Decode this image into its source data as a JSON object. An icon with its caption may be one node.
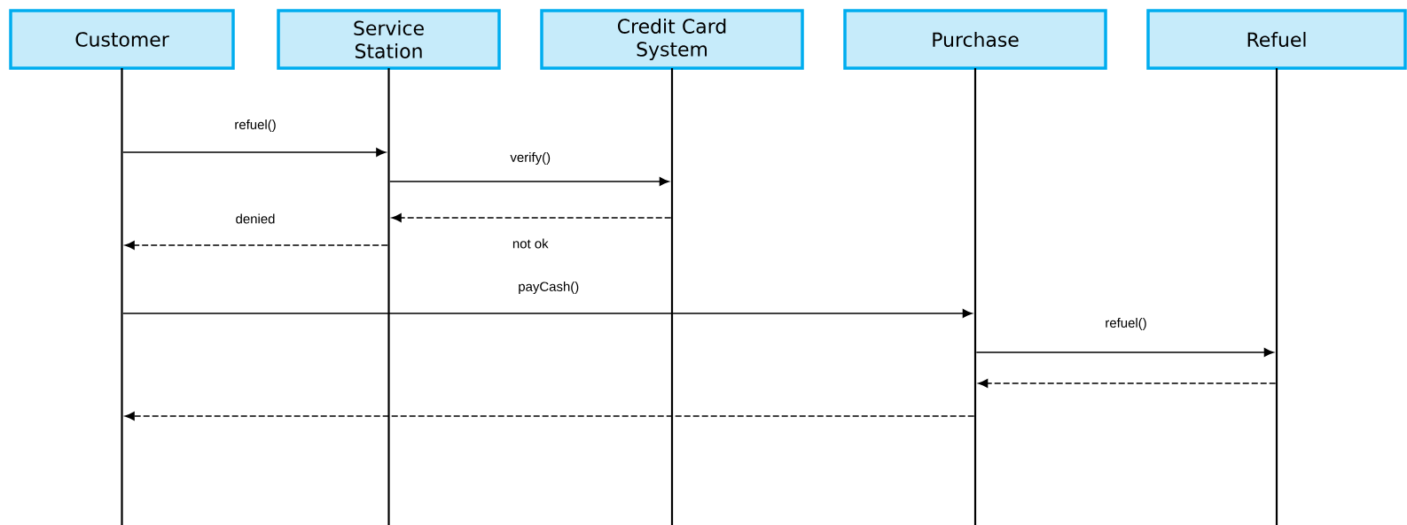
{
  "diagram": {
    "nodes": [
      {
        "text": [
          "Customer"
        ]
      },
      {
        "text": [
          "Service Station"
        ]
      },
      {
        "text": [
          "Credit Card System"
        ]
      },
      {
        "text": [
          "Purchase"
        ]
      },
      {
        "text": [
          "Refuel"
        ]
      },
      {
        "text": [],
        "shape": "bar"
      },
      {
        "text": [],
        "shape": "bar"
      },
      {
        "text": [],
        "shape": "bar"
      },
      {
        "text": [],
        "shape": "bar"
      },
      {
        "text": [],
        "shape": "bar"
      }
    ],
    "edges": [
      {
        "from": 5,
        "to": 6,
        "arrow": "to",
        "label": "refuel()"
      },
      {
        "from": 6,
        "to": 7,
        "arrow": "to",
        "label": "verify()"
      },
      {
        "from": 7,
        "to": 6,
        "arrow": "to",
        "style": "dashed",
        "label": "not ok"
      },
      {
        "from": 6,
        "to": 5,
        "arrow": "to",
        "style": "dashed",
        "label": "denied"
      },
      {
        "from": 5,
        "to": 8,
        "arrow": "to",
        "label": "payCash()"
      },
      {
        "from": 8,
        "to": 9,
        "arrow": "to",
        "label": "refuel()"
      },
      {
        "from": 9,
        "to": 8,
        "arrow": "to",
        "style": "dashed"
      },
      {
        "from": 8,
        "to": 5,
        "arrow": "to",
        "style": "dashed"
      }
    ]
  }
}
